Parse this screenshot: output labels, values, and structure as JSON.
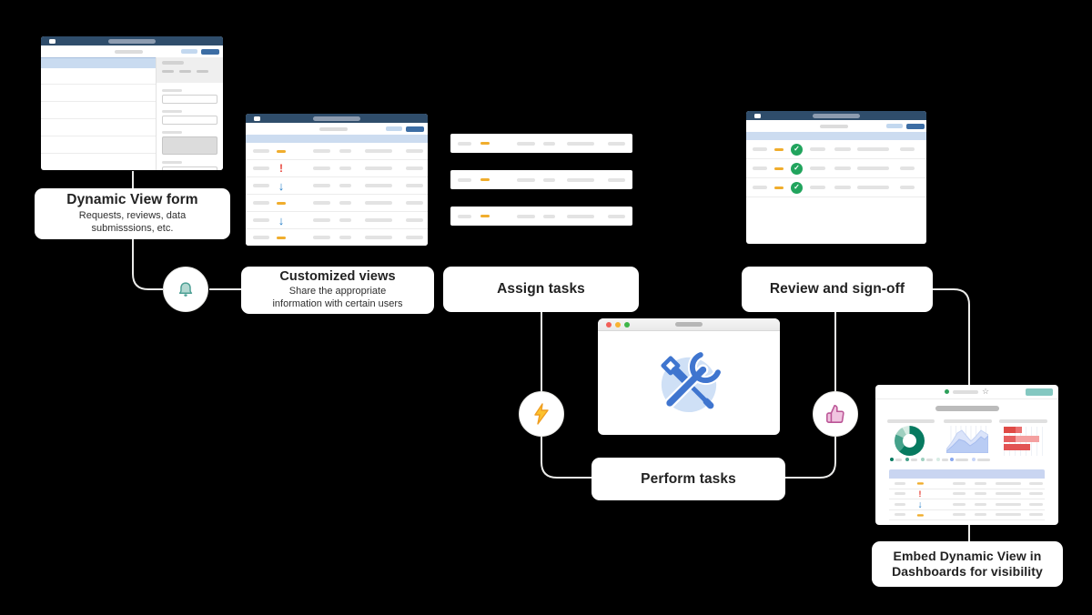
{
  "page": {
    "background": "#000000"
  },
  "palette": {
    "titlebar": "#2f4d6b",
    "titlebar_pill": "#8d9cb0",
    "header_row": "#ccdcf0",
    "selected_row": "#c9dbf0",
    "button_primary": "#3c6da4",
    "button_secondary": "#c3d8ef",
    "priority_medium": "#f0ad2d",
    "priority_high": "#e8483f",
    "priority_low": "#1f7bc7",
    "approved_green": "#21a45d",
    "bell_teal": "#4da095",
    "lightning_yellow": "#fcc22d",
    "thumb_pink": "#bb5596",
    "tools_blue": "#3f75cf",
    "tools_circle_bg": "#cfe0f6",
    "dashboard_button": "#84c8c1",
    "connector": "#ebebe9",
    "donut_colors": [
      "#077a60",
      "#44a18a",
      "#9fd0c0",
      "#d7ece4"
    ],
    "area_legend_colors": [
      "#89a8ef",
      "#c6d4f8"
    ]
  },
  "steps": [
    {
      "title": "Dynamic View form",
      "subtitle": "Requests, reviews, data\nsubmisssions, etc."
    },
    {
      "title": "Customized views",
      "subtitle": "Share the appropriate\ninformation with certain users"
    },
    {
      "title": "Assign tasks",
      "subtitle": ""
    },
    {
      "title": "Review and sign-off",
      "subtitle": ""
    },
    {
      "title": "Perform tasks",
      "subtitle": ""
    },
    {
      "title": "Embed Dynamic View in\nDashboards for visibility",
      "subtitle": ""
    }
  ],
  "icons": {
    "flow1": "bell-icon",
    "flow2": "lightning-icon",
    "flow3": "thumbs-up-icon",
    "center": "screwdriver-wrench-icon"
  },
  "table_window": {
    "row_priorities": [
      "medium",
      "high",
      "low",
      "medium",
      "low",
      "medium"
    ]
  },
  "task_list": {
    "row_priorities": [
      "medium",
      "medium",
      "medium"
    ]
  },
  "review_window": {
    "row_priorities": [
      "medium",
      "medium",
      "medium"
    ],
    "status_icon": "approved"
  },
  "dashboard": {
    "table_priorities": [
      "medium",
      "high",
      "low",
      "medium"
    ],
    "donut_segments_pct": [
      62,
      20,
      10,
      8
    ],
    "donut_legend_items": 4,
    "area_legend_items": 2,
    "bar_chart_rows": [
      [
        {
          "w": 13,
          "color": "#df4a45"
        },
        {
          "w": 7,
          "color": "#ea7070"
        }
      ],
      [
        {
          "w": 13,
          "color": "#e66060"
        },
        {
          "w": 26,
          "color": "#f4a0a0"
        }
      ],
      [
        {
          "w": 29,
          "color": "#e25353"
        }
      ]
    ]
  }
}
